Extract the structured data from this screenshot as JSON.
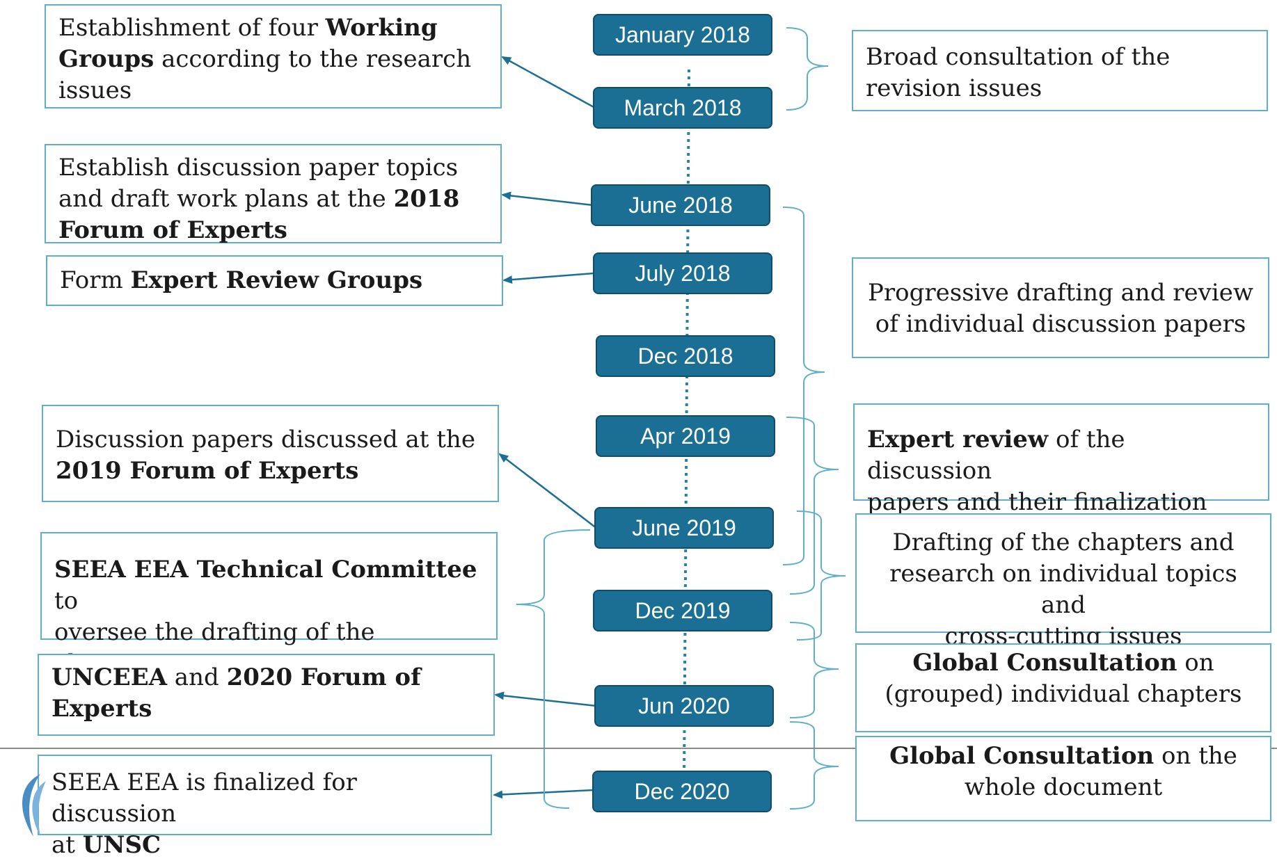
{
  "dates": [
    "January 2018",
    "March 2018",
    "June 2018",
    "July 2018",
    "Dec 2018",
    "Apr 2019",
    "June 2019",
    "Dec 2019",
    "Jun 2020",
    "Dec 2020"
  ],
  "left_boxes": [
    [
      {
        "t": "Establishment of four "
      },
      {
        "t": "Working",
        "b": true
      },
      {
        "br": true
      },
      {
        "t": "Groups",
        "b": true
      },
      {
        "t": " according to the research"
      },
      {
        "br": true
      },
      {
        "t": "issues"
      }
    ],
    [
      {
        "t": "Establish discussion paper topics"
      },
      {
        "br": true
      },
      {
        "t": "and draft work plans at the "
      },
      {
        "t": "2018",
        "b": true
      },
      {
        "br": true
      },
      {
        "t": "Forum of Experts",
        "b": true
      }
    ],
    [
      {
        "t": "Form "
      },
      {
        "t": "Expert Review Groups",
        "b": true
      }
    ],
    [
      {
        "t": "Discussion papers discussed at the"
      },
      {
        "br": true
      },
      {
        "t": "2019 Forum of Experts",
        "b": true
      }
    ],
    [
      {
        "t": "SEEA EEA Technical Committee",
        "b": true
      },
      {
        "t": " to"
      },
      {
        "br": true
      },
      {
        "t": "oversee the drafting of the chapters"
      }
    ],
    [
      {
        "t": "UNCEEA",
        "b": true
      },
      {
        "t": " and "
      },
      {
        "t": "2020 Forum of",
        "b": true
      },
      {
        "br": true
      },
      {
        "t": "Experts",
        "b": true
      }
    ],
    [
      {
        "t": "SEEA EEA is finalized for discussion"
      },
      {
        "br": true
      },
      {
        "t": "at "
      },
      {
        "t": "UNSC",
        "b": true
      }
    ]
  ],
  "right_boxes": [
    [
      {
        "t": "Broad consultation of the"
      },
      {
        "br": true
      },
      {
        "t": "revision issues"
      }
    ],
    [
      {
        "t": "Progressive drafting and review"
      },
      {
        "br": true
      },
      {
        "t": "of individual discussion papers"
      }
    ],
    [
      {
        "t": "Expert review",
        "b": true
      },
      {
        "t": " of the discussion"
      },
      {
        "br": true
      },
      {
        "t": "papers and their finalization"
      }
    ],
    [
      {
        "t": "Drafting of the chapters and"
      },
      {
        "br": true
      },
      {
        "t": "research on individual topics and"
      },
      {
        "br": true
      },
      {
        "t": "cross-cutting issues"
      }
    ],
    [
      {
        "t": "Global Consultation",
        "b": true
      },
      {
        "t": " on"
      },
      {
        "br": true
      },
      {
        "t": "(grouped) individual chapters"
      }
    ],
    [
      {
        "t": "Global Consultation",
        "b": true
      },
      {
        "t": " on the"
      },
      {
        "br": true
      },
      {
        "t": "whole document"
      }
    ]
  ],
  "colors": {
    "date_fill": "#1b6f94",
    "date_border": "#0f4d6a",
    "box_border": "#5fb0c7",
    "arrow": "#1b6f94",
    "timeline_dots": "#2a7fa3"
  },
  "icons": [
    "organization-logo-icon"
  ]
}
